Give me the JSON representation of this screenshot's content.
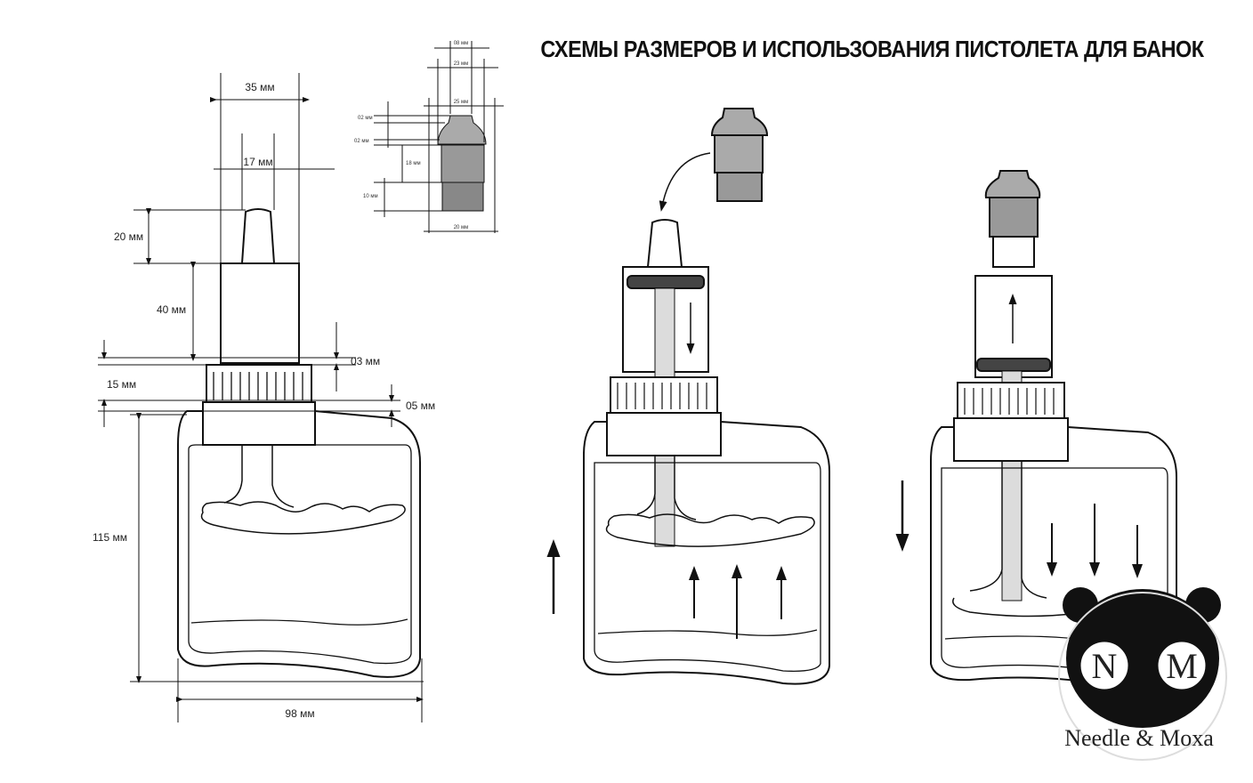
{
  "title": "СХЕМЫ РАЗМЕРОВ И ИСПОЛЬЗОВАНИЯ ПИСТОЛЕТА ДЛЯ БАНОК",
  "dimensions": {
    "top_width": "35 мм",
    "nozzle_width": "17 мм",
    "nozzle_height": "20 мм",
    "body_height": "40 мм",
    "gap_a": "03 мм",
    "collar_height": "15 мм",
    "gap_b": "05 мм",
    "jar_height": "115 мм",
    "jar_width": "98 мм"
  },
  "cap_dimensions": {
    "d08": "08 мм",
    "d23": "23 мм",
    "d25": "25 мм",
    "d02a": "02 мм",
    "d02b": "02 мм",
    "d18": "18 мм",
    "d10": "10 мм",
    "d20": "20 мм"
  },
  "logo": {
    "letter_left": "N",
    "letter_right": "M",
    "brand_text": "Needle & Moxa"
  },
  "colors": {
    "line": "#111111",
    "cap_gray": "#a8a8a8",
    "cap_dark": "#555555",
    "plunger_band": "#444444",
    "tube_fill": "#dcdcdc"
  }
}
